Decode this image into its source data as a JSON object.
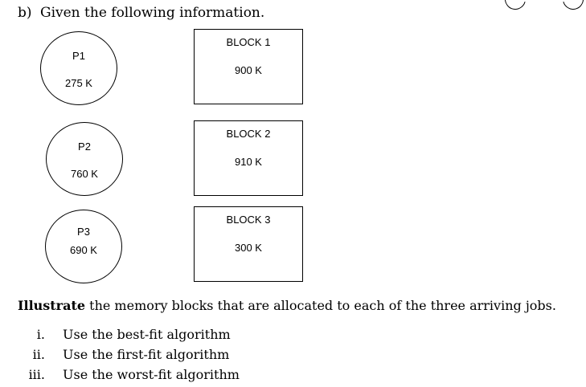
{
  "question": {
    "label": "b)",
    "text": "Given the following information."
  },
  "processes": [
    {
      "name": "P1",
      "size": "275 K"
    },
    {
      "name": "P2",
      "size": "760 K"
    },
    {
      "name": "P3",
      "size": "690 K"
    }
  ],
  "blocks": [
    {
      "name": "BLOCK 1",
      "size": "900 K"
    },
    {
      "name": "BLOCK 2",
      "size": "910 K"
    },
    {
      "name": "BLOCK 3",
      "size": "300 K"
    }
  ],
  "instruction": {
    "bold": "Illustrate",
    "rest": " the memory blocks that are allocated to each of the three arriving jobs."
  },
  "tasks": [
    {
      "num": "i.",
      "text": "Use the best-fit algorithm"
    },
    {
      "num": "ii.",
      "text": "Use the first-fit algorithm"
    },
    {
      "num": "iii.",
      "text": "Use the worst-fit algorithm"
    }
  ]
}
